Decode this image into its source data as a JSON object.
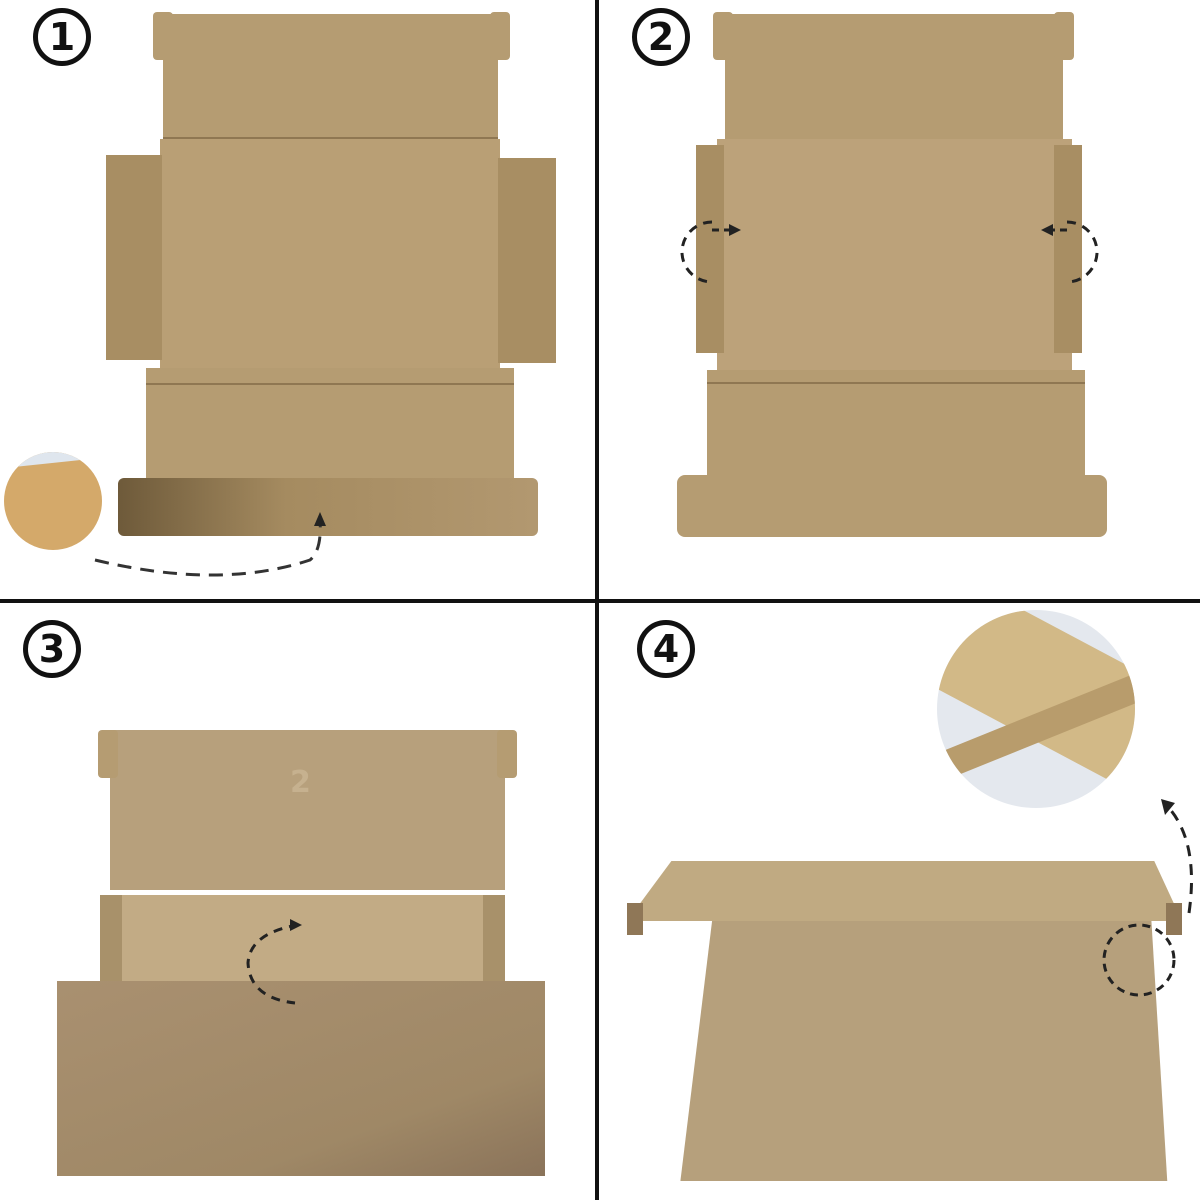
{
  "steps": [
    {
      "number": "1",
      "label": "①",
      "description": "Unfolded box blank laid flat; arrow indicates lifting the bottom flap edge",
      "detail_inset": "close-up of cardboard tab"
    },
    {
      "number": "2",
      "label": "②",
      "description": "Side flaps folded inward toward center",
      "arrows": "dashed curved arrows on left and right flaps"
    },
    {
      "number": "3",
      "label": "③",
      "description": "Front panel folded up over the base; curved arrow indicates folding",
      "embossed_mark": "2"
    },
    {
      "number": "4",
      "label": "④",
      "description": "Lid folded over and tucked; inset shows closed flap detail",
      "detail_inset": "close-up of tucked lid edge"
    }
  ],
  "colors": {
    "cardboard": "#b59c72",
    "cardboard_shadow": "#a88e63",
    "crease": "#8f7752",
    "divider": "#111111",
    "background": "#ffffff",
    "inset_light": "#d8bf8f"
  }
}
